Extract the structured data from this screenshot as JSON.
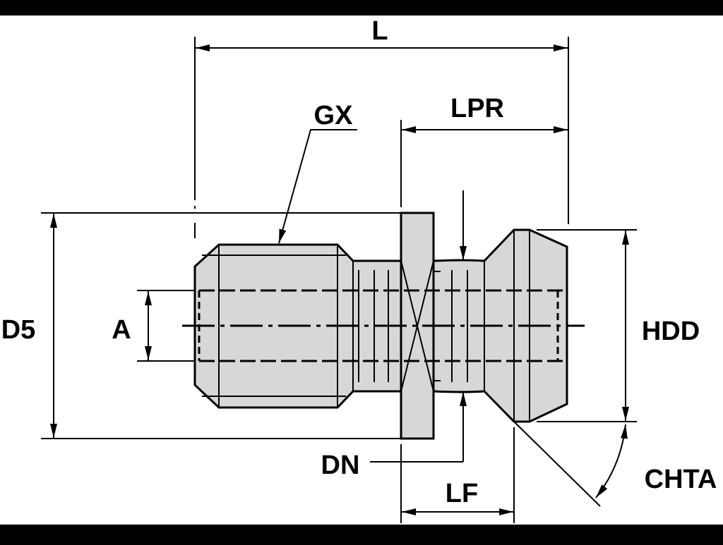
{
  "colors": {
    "background": "#ffffff",
    "frame": "#000000",
    "part_fill": "#d7d7d7",
    "line": "#000000"
  },
  "labels": {
    "L": "L",
    "GX": "GX",
    "LPR": "LPR",
    "D5": "D5",
    "A": "A",
    "HDD": "HDD",
    "DN": "DN",
    "LF": "LF",
    "CHTA": "CHTA"
  }
}
